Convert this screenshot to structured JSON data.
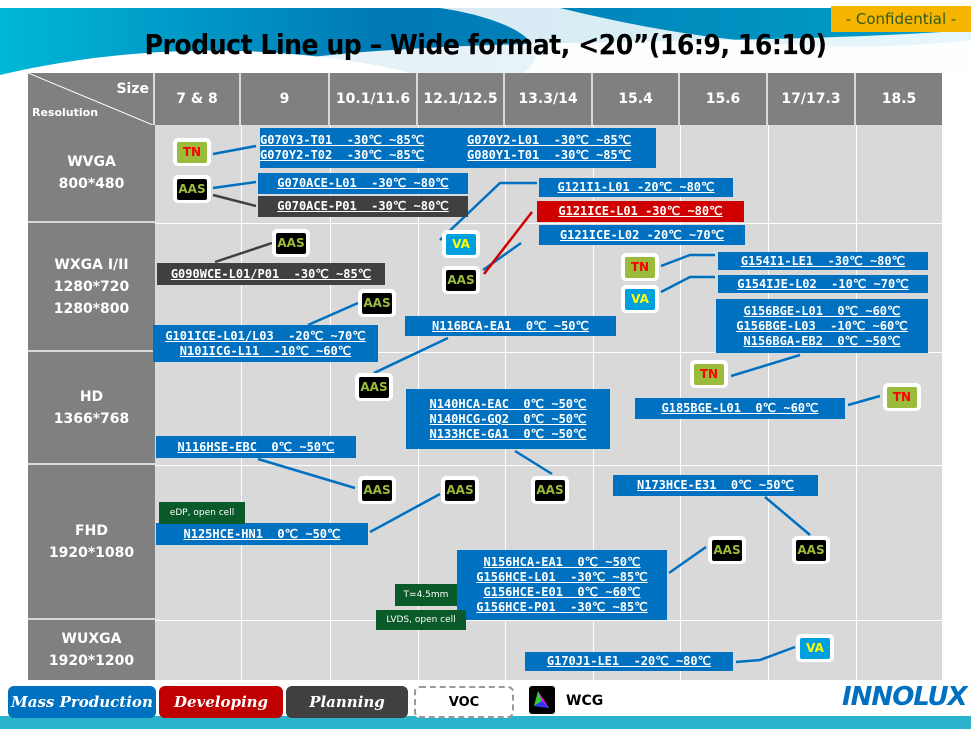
{
  "confidential": "- Confidential -",
  "title": "Product Line up – Wide format, <20”(16:9, 16:10)",
  "header": {
    "size_label": "Size",
    "resolution_label": "Resolution",
    "sizes": [
      "7 & 8",
      "9",
      "10.1/11.6",
      "12.1/12.5",
      "13.3/14",
      "15.4",
      "15.6",
      "17/17.3",
      "18.5"
    ]
  },
  "rows": [
    {
      "name": "WVGA",
      "res": "800*480"
    },
    {
      "name": "WXGA I/II",
      "res": "1280*720",
      "res2": "1280*800"
    },
    {
      "name": "HD",
      "res": "1366*768"
    },
    {
      "name": "FHD",
      "res": "1920*1080"
    },
    {
      "name": "WUXGA",
      "res": "1920*1200"
    }
  ],
  "products": [
    {
      "status": "mass",
      "lines": [
        "G070Y3-T01  -30℃ ~85℃",
        "G070Y2-L01  -30℃ ~85℃",
        "G070Y2-T02  -30℃ ~85℃",
        "G080Y1-T01  -30℃ ~85℃"
      ]
    },
    {
      "status": "mass",
      "lines": [
        "G070ACE-L01  -30℃ ~80℃"
      ]
    },
    {
      "status": "planning",
      "lines": [
        "G070ACE-P01  -30℃ ~80℃"
      ]
    },
    {
      "status": "mass",
      "lines": [
        "G121I1-L01 -20℃ ~80℃"
      ]
    },
    {
      "status": "developing",
      "lines": [
        "G121ICE-L01 -30℃ ~80℃"
      ]
    },
    {
      "status": "mass",
      "lines": [
        "G121ICE-L02 -20℃ ~70℃"
      ]
    },
    {
      "status": "planning",
      "lines": [
        "G090WCE-L01/P01  -30℃ ~85℃"
      ]
    },
    {
      "status": "mass",
      "lines": [
        "G154I1-LE1  -30℃ ~80℃"
      ]
    },
    {
      "status": "mass",
      "lines": [
        "G154IJE-L02  -10℃ ~70℃"
      ]
    },
    {
      "status": "mass",
      "lines": [
        "G156BGE-L01  0℃ ~60℃",
        "G156BGE-L03  -10℃ ~60℃",
        "N156BGA-EB2  0℃ ~50℃"
      ]
    },
    {
      "status": "mass",
      "lines": [
        "G101ICE-L01/L03  -20℃ ~70℃",
        "N101ICG-L11  -10℃ ~60℃"
      ]
    },
    {
      "status": "mass",
      "lines": [
        "N116BCA-EA1  0℃ ~50℃"
      ]
    },
    {
      "status": "mass",
      "lines": [
        "N140HCA-EAC  0℃ ~50℃",
        "N140HCG-GQ2  0℃ ~50℃",
        "N133HCE-GA1  0℃ ~50℃"
      ]
    },
    {
      "status": "mass",
      "lines": [
        "G185BGE-L01  0℃ ~60℃"
      ]
    },
    {
      "status": "mass",
      "lines": [
        "N116HSE-EBC  0℃ ~50℃"
      ]
    },
    {
      "status": "mass",
      "lines": [
        "N125HCE-HN1  0℃ ~50℃"
      ]
    },
    {
      "status": "mass",
      "lines": [
        "N173HCE-E31  0℃ ~50℃"
      ]
    },
    {
      "status": "mass",
      "lines": [
        "N156HCA-EA1  0℃ ~50℃",
        "G156HCE-L01  -30℃ ~85℃",
        "G156HCE-E01  0℃ ~60℃",
        "G156HCE-P01  -30℃ ~85℃"
      ]
    },
    {
      "status": "mass",
      "lines": [
        "G170J1-LE1  -20℃ ~80℃"
      ]
    }
  ],
  "tags": [
    "TN",
    "AAS",
    "AAS",
    "VA",
    "AAS",
    "TN",
    "VA",
    "AAS",
    "AAS",
    "TN",
    "TN",
    "AAS",
    "AAS",
    "AAS",
    "AAS",
    "AAS",
    "VA"
  ],
  "notes": [
    "eDP, open cell",
    "T=4.5mm",
    "LVDS, open cell"
  ],
  "legend": {
    "mass": "Mass Production",
    "developing": "Developing",
    "planning": "Planning",
    "voc": "VOC",
    "wcg": "WCG"
  },
  "logo": "INNOLUX",
  "colors": {
    "mass": "#0070c0",
    "developing": "#d00000",
    "planning": "#404040",
    "header": "#808080"
  }
}
